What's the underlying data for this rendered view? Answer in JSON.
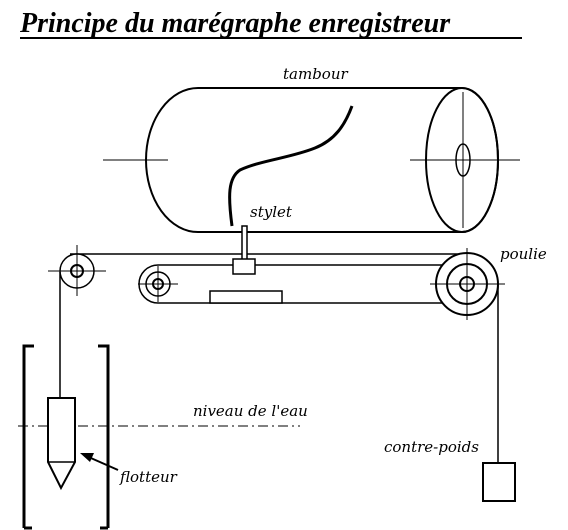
{
  "title": "Principe du marégraphe enregistreur",
  "labels": {
    "tambour": "tambour",
    "stylet": "stylet",
    "poulie": "poulie",
    "niveau": "niveau de l'eau",
    "contrepoids": "contre-poids",
    "flotteur": "flotteur"
  }
}
